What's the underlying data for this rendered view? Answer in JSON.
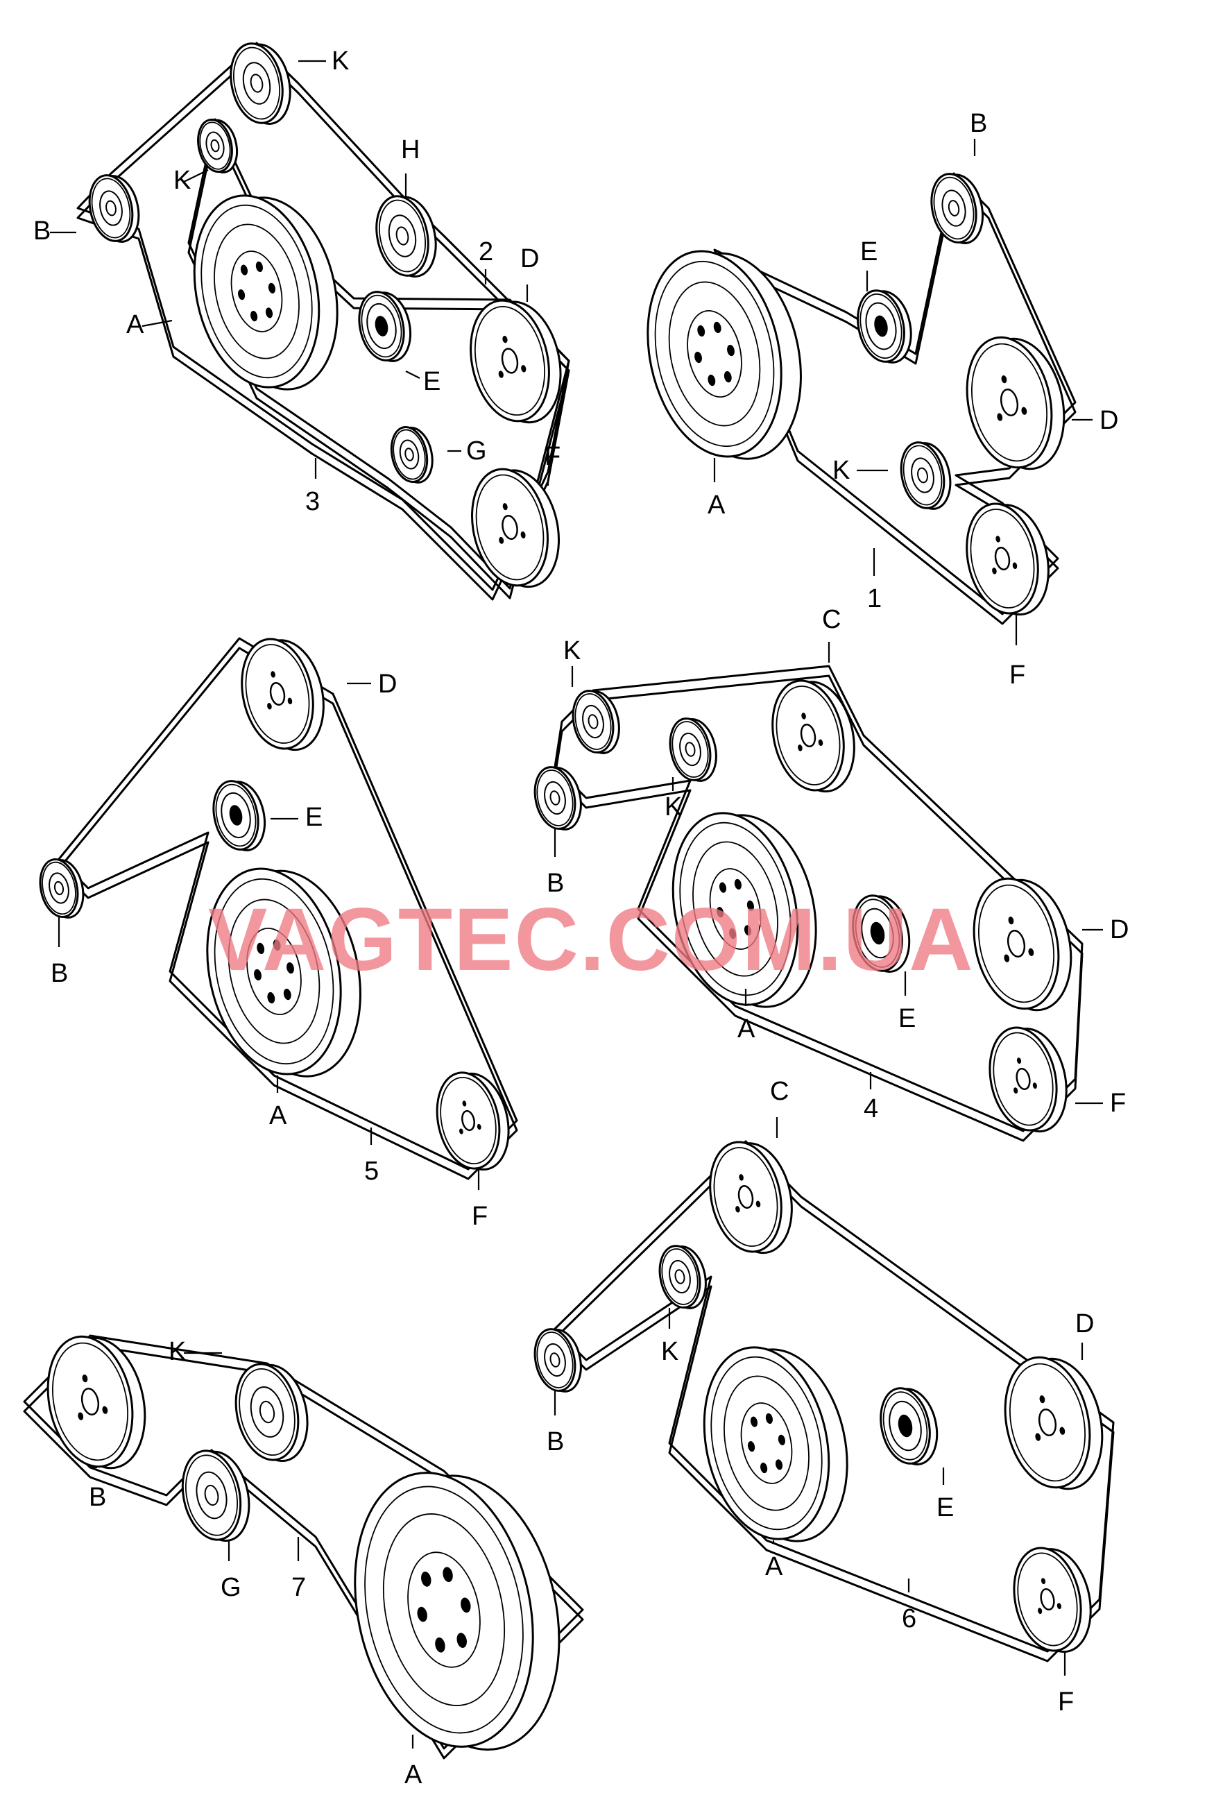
{
  "watermark": "VAGTEC.COM.UA",
  "diagrams": [
    {
      "id": "belt-2-3",
      "numbers": [
        "2",
        "3"
      ],
      "pulleys": [
        {
          "label": "A",
          "kind": "damper"
        },
        {
          "label": "B",
          "kind": "small-idler"
        },
        {
          "label": "K",
          "kind": "idler"
        },
        {
          "label": "K",
          "kind": "idler"
        },
        {
          "label": "H",
          "kind": "idler"
        },
        {
          "label": "E",
          "kind": "tensioner"
        },
        {
          "label": "D",
          "kind": "accessory"
        },
        {
          "label": "G",
          "kind": "idler"
        },
        {
          "label": "F",
          "kind": "accessory"
        }
      ]
    },
    {
      "id": "belt-1",
      "numbers": [
        "1"
      ],
      "pulleys": [
        {
          "label": "A",
          "kind": "damper"
        },
        {
          "label": "B",
          "kind": "idler"
        },
        {
          "label": "E",
          "kind": "tensioner"
        },
        {
          "label": "D",
          "kind": "accessory"
        },
        {
          "label": "K",
          "kind": "idler"
        },
        {
          "label": "F",
          "kind": "accessory"
        }
      ]
    },
    {
      "id": "belt-5",
      "numbers": [
        "5"
      ],
      "pulleys": [
        {
          "label": "D",
          "kind": "accessory"
        },
        {
          "label": "E",
          "kind": "tensioner"
        },
        {
          "label": "B",
          "kind": "idler"
        },
        {
          "label": "A",
          "kind": "damper"
        },
        {
          "label": "F",
          "kind": "accessory"
        }
      ]
    },
    {
      "id": "belt-4",
      "numbers": [
        "4"
      ],
      "pulleys": [
        {
          "label": "K",
          "kind": "idler"
        },
        {
          "label": "C",
          "kind": "accessory"
        },
        {
          "label": "K",
          "kind": "idler"
        },
        {
          "label": "B",
          "kind": "idler"
        },
        {
          "label": "A",
          "kind": "damper"
        },
        {
          "label": "E",
          "kind": "tensioner"
        },
        {
          "label": "D",
          "kind": "accessory"
        },
        {
          "label": "F",
          "kind": "accessory"
        }
      ]
    },
    {
      "id": "belt-6",
      "numbers": [
        "6"
      ],
      "pulleys": [
        {
          "label": "C",
          "kind": "accessory"
        },
        {
          "label": "K",
          "kind": "idler"
        },
        {
          "label": "B",
          "kind": "idler"
        },
        {
          "label": "D",
          "kind": "accessory"
        },
        {
          "label": "E",
          "kind": "tensioner"
        },
        {
          "label": "A",
          "kind": "damper"
        },
        {
          "label": "F",
          "kind": "accessory"
        }
      ]
    },
    {
      "id": "belt-7",
      "numbers": [
        "7"
      ],
      "pulleys": [
        {
          "label": "B",
          "kind": "accessory"
        },
        {
          "label": "K",
          "kind": "idler"
        },
        {
          "label": "G",
          "kind": "idler"
        },
        {
          "label": "A",
          "kind": "damper"
        }
      ]
    }
  ]
}
